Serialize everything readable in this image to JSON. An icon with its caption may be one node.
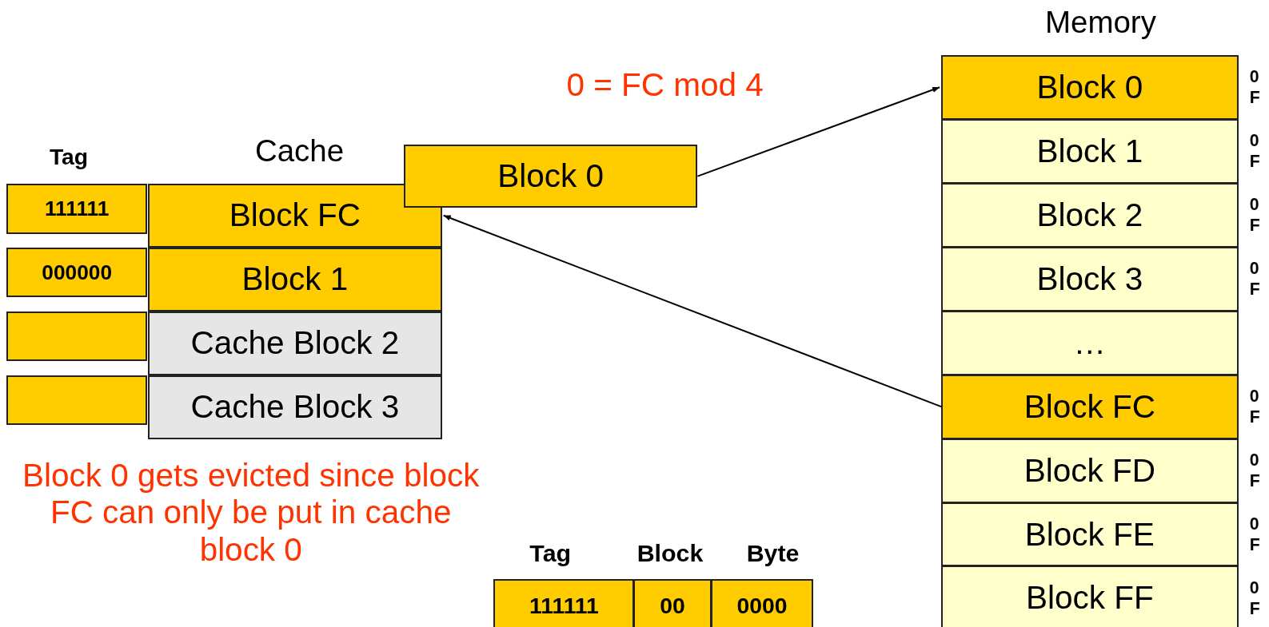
{
  "diagram": {
    "nodes": [
      {
        "text": [
          "111111"
        ]
      },
      {
        "text": [
          "Block FC"
        ]
      },
      {
        "text": [
          "000000"
        ]
      },
      {
        "text": [
          "Block 1"
        ]
      },
      {
        "text": [],
        "shape": "box"
      },
      {
        "text": [
          "Cache Block 2"
        ]
      },
      {
        "text": [],
        "shape": "box"
      },
      {
        "text": [
          "Cache Block 3"
        ]
      },
      {
        "text": [
          "Block 0"
        ]
      },
      {
        "text": [
          "Block 0"
        ],
        "beside": [
          "0 F"
        ]
      },
      {
        "text": [
          "Block 1"
        ],
        "beside": [
          "0 F"
        ]
      },
      {
        "text": [
          "Block 2"
        ],
        "beside": [
          "0 F"
        ]
      },
      {
        "text": [
          "Block 3"
        ],
        "beside": [
          "0 F"
        ]
      },
      {
        "text": [
          "…"
        ]
      },
      {
        "text": [
          "Block FC"
        ],
        "beside": [
          "0 F"
        ]
      },
      {
        "text": [
          "Block FD"
        ],
        "beside": [
          "0 F"
        ]
      },
      {
        "text": [
          "Block FE"
        ],
        "beside": [
          "0 F"
        ]
      },
      {
        "text": [
          "Block FF"
        ],
        "beside": [
          "0 F"
        ]
      },
      {
        "text": [
          "111111"
        ]
      },
      {
        "text": [
          "00"
        ]
      },
      {
        "text": [
          "0000"
        ]
      }
    ],
    "edges": [
      {
        "from": 8,
        "to": 9,
        "arrow": "to"
      },
      {
        "from": 14,
        "to": 1,
        "arrow": "to"
      }
    ],
    "labels": [
      "Memory",
      "0 = FC mod 4",
      "Tag",
      "Cache",
      "Block 0 gets evicted since block FC can only be put in cache block 0",
      "Tag",
      "Block",
      "Byte"
    ]
  }
}
